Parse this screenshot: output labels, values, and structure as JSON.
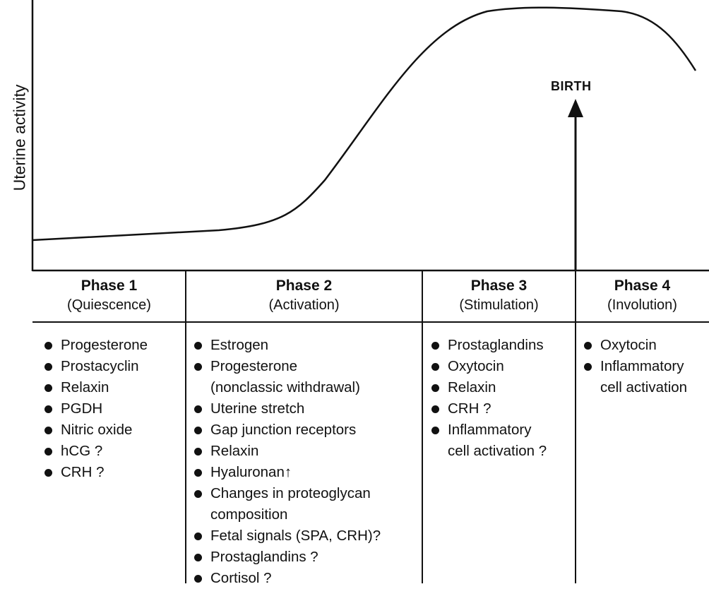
{
  "ylabel": "Uterine activity",
  "birth_label": "BIRTH",
  "phases": [
    {
      "title": "Phase 1",
      "subtitle": "(Quiescence)",
      "items": [
        [
          "Progesterone"
        ],
        [
          "Prostacyclin"
        ],
        [
          "Relaxin"
        ],
        [
          "PGDH"
        ],
        [
          "Nitric oxide"
        ],
        [
          "hCG ?"
        ],
        [
          "CRH ?"
        ]
      ]
    },
    {
      "title": "Phase 2",
      "subtitle": "(Activation)",
      "items": [
        [
          "Estrogen"
        ],
        [
          "Progesterone",
          "(nonclassic withdrawal)"
        ],
        [
          "Uterine stretch"
        ],
        [
          "Gap junction receptors"
        ],
        [
          "Relaxin"
        ],
        [
          "Hyaluronan↑"
        ],
        [
          "Changes in proteoglycan",
          "composition"
        ],
        [
          "Fetal signals (SPA, CRH)?"
        ],
        [
          "Prostaglandins ?"
        ],
        [
          "Cortisol ?"
        ]
      ]
    },
    {
      "title": "Phase 3",
      "subtitle": "(Stimulation)",
      "items": [
        [
          "Prostaglandins"
        ],
        [
          "Oxytocin"
        ],
        [
          "Relaxin"
        ],
        [
          "CRH ?"
        ],
        [
          "Inflammatory",
          "cell activation ?"
        ]
      ]
    },
    {
      "title": "Phase 4",
      "subtitle": "(Involution)",
      "items": [
        [
          "Oxytocin"
        ],
        [
          "Inflammatory",
          "cell activation"
        ]
      ]
    }
  ]
}
